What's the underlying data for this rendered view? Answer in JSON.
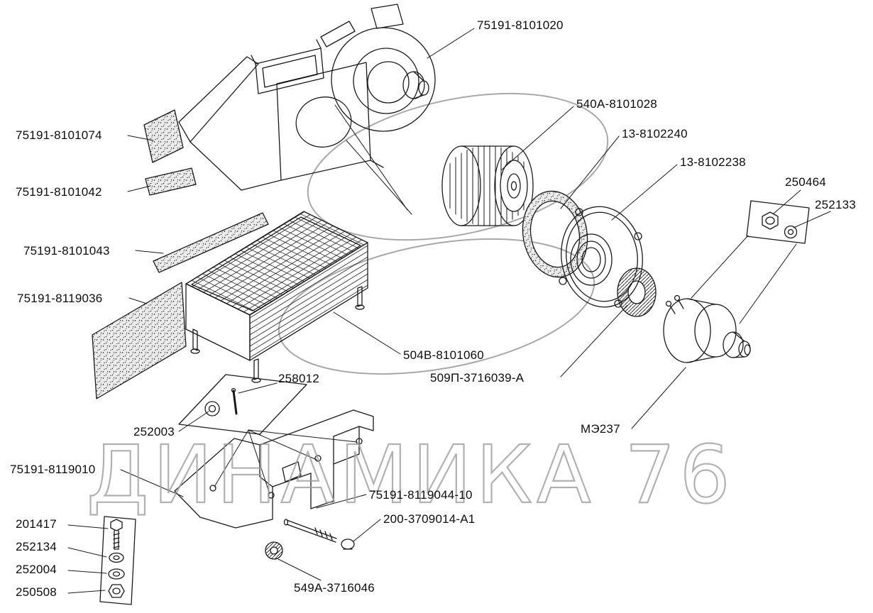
{
  "watermark": "ДИНАМИКА 76",
  "labels": [
    {
      "part": "blower-assembly",
      "text": "75191-8101020"
    },
    {
      "part": "fan-wheel",
      "text": "540А-8101028"
    },
    {
      "part": "gasket",
      "text": "13-8102240"
    },
    {
      "part": "cover-plate",
      "text": "13-8102238"
    },
    {
      "part": "nut-250464",
      "text": "250464"
    },
    {
      "part": "washer-252133",
      "text": "252133"
    },
    {
      "part": "seal-strip-1",
      "text": "75191-8101074"
    },
    {
      "part": "seal-strip-2",
      "text": "75191-8101042"
    },
    {
      "part": "seal-strip-3",
      "text": "75191-8101043"
    },
    {
      "part": "insulation-sheet",
      "text": "75191-8119036"
    },
    {
      "part": "heater-core",
      "text": "504В-8101060"
    },
    {
      "part": "seal-ring",
      "text": "509П-3716039-А"
    },
    {
      "part": "electric-motor",
      "text": "МЭ237"
    },
    {
      "part": "pin-258012",
      "text": "258012"
    },
    {
      "part": "washer-252003",
      "text": "252003"
    },
    {
      "part": "bracket",
      "text": "75191-8119010"
    },
    {
      "part": "bracket-plate",
      "text": "75191-8119044-10"
    },
    {
      "part": "bolt-long",
      "text": "200-3709014-А1"
    },
    {
      "part": "grommet",
      "text": "549А-3716046"
    },
    {
      "part": "bolt-201417",
      "text": "201417"
    },
    {
      "part": "washer-252134",
      "text": "252134"
    },
    {
      "part": "washer-252004",
      "text": "252004"
    },
    {
      "part": "nut-250508",
      "text": "250508"
    }
  ],
  "colors": {
    "line": "#1a1a1a",
    "watermark": "#9e9e9e"
  }
}
